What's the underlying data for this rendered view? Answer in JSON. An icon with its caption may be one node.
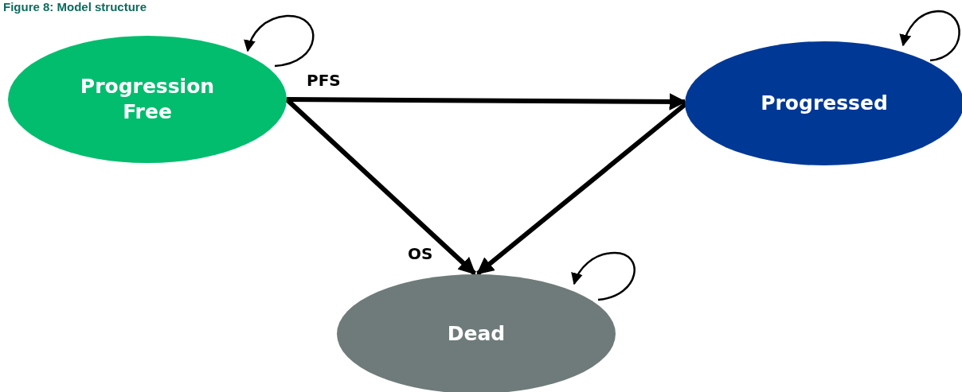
{
  "diagram": {
    "title": "Figure 8: Model structure",
    "nodes": [
      {
        "text": [
          "Progression Free"
        ]
      },
      {
        "text": [
          "Progressed"
        ]
      },
      {
        "text": [
          "Dead"
        ]
      }
    ],
    "edges": [
      {
        "from": 0,
        "to": 0,
        "arrow": "to"
      },
      {
        "from": 0,
        "to": 1,
        "arrow": "to",
        "label": "PFS",
        "style": "thick"
      },
      {
        "from": 1,
        "to": 1,
        "arrow": "to"
      },
      {
        "from": 0,
        "to": 2,
        "arrow": "to",
        "label": "OS",
        "style": "thick"
      },
      {
        "from": 1,
        "to": 2,
        "arrow": "to",
        "style": "thick"
      },
      {
        "from": 2,
        "to": 2,
        "arrow": "to"
      }
    ]
  }
}
